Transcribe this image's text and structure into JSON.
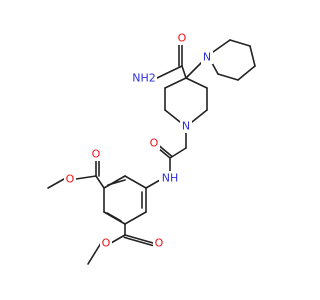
{
  "molecule": {
    "colors": {
      "bond": "#222222",
      "oxygen": "#e8141b",
      "nitrogen": "#3030d9"
    },
    "atoms": {
      "O_amide_top": "O",
      "NH2": "NH2",
      "N_piperidine_top": "N",
      "N_piperidine_mid": "N",
      "O_acetamide": "O",
      "NH_amide": "NH",
      "O_ester1_carbonyl": "O",
      "O_ester1_ether": "O",
      "O_ester2_ether": "O",
      "O_ester2_carbonyl": "O"
    }
  }
}
